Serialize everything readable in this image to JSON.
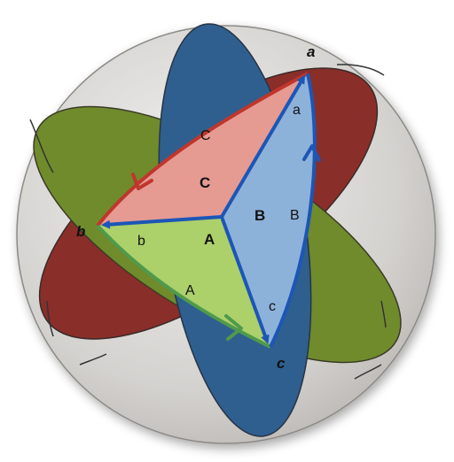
{
  "diagram": {
    "vertices": {
      "a": "a",
      "b": "b",
      "c": "c"
    },
    "regions": {
      "A": "A",
      "B": "B",
      "C": "C"
    },
    "outer_edges": {
      "a": "a",
      "b": "b",
      "c": "c"
    },
    "great_circles": {
      "A": "A",
      "B": "B",
      "C": "C"
    }
  },
  "colors": {
    "sphere": "#d4d2cf",
    "red": "#8a2e2a",
    "red_region": "#e59a92",
    "green": "#6f8b2c",
    "green_region": "#acd06a",
    "blue": "#2f5f8e",
    "blue_region": "#8db2da",
    "edge_blue": "#1c56b6",
    "arc_red": "#c0362c",
    "arc_green": "#4f9a4c",
    "arc_blue": "#1c56b6"
  }
}
